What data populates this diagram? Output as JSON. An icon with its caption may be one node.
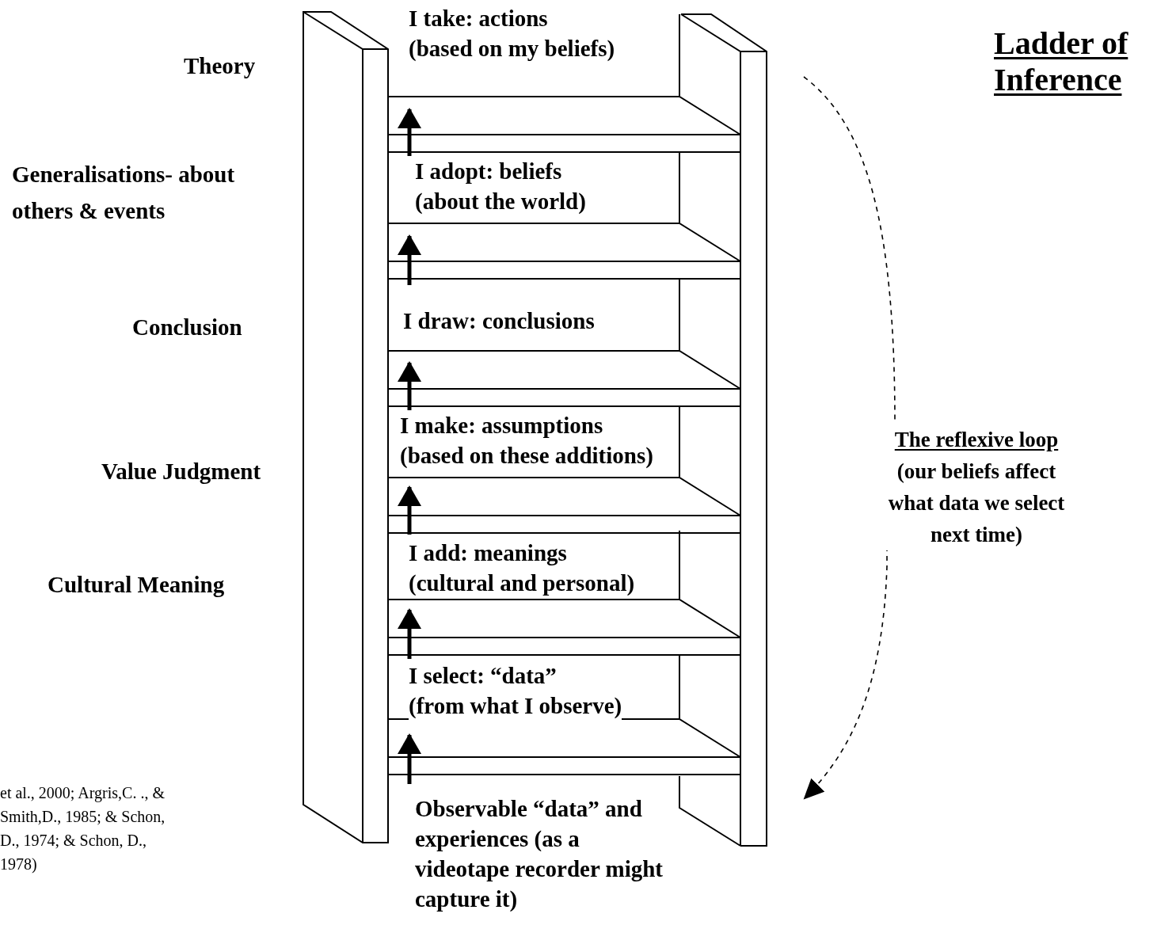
{
  "diagram": {
    "title": "Ladder of Inference",
    "nodes": [
      {
        "text": [
          "I take: actions",
          "(based on my beliefs)"
        ]
      },
      {
        "text": [
          "I adopt: beliefs",
          "(about the world)"
        ]
      },
      {
        "text": [
          "I draw: conclusions"
        ]
      },
      {
        "text": [
          "I make: assumptions",
          "(based on these additions)"
        ]
      },
      {
        "text": [
          "I add: meanings",
          "(cultural and personal)"
        ]
      },
      {
        "text": [
          "I select: “data”",
          "(from what I observe)"
        ]
      },
      {
        "text": [
          "Observable “data” and experiences (as a videotape recorder might capture it)"
        ]
      },
      {
        "text": [
          "The reflexive loop",
          "(our beliefs affect what data we select next time)"
        ]
      }
    ],
    "edges": [
      {
        "from": 1,
        "to": 0,
        "arrow": "to"
      },
      {
        "from": 2,
        "to": 1,
        "arrow": "to"
      },
      {
        "from": 3,
        "to": 2,
        "arrow": "to"
      },
      {
        "from": 4,
        "to": 3,
        "arrow": "to"
      },
      {
        "from": 5,
        "to": 4,
        "arrow": "to"
      },
      {
        "from": 6,
        "to": 5,
        "arrow": "to"
      },
      {
        "from": null,
        "to": 7,
        "arrow": "none",
        "style": "dashed"
      },
      {
        "from": 7,
        "to": null,
        "arrow": "to",
        "style": "dashed"
      }
    ],
    "labels": [
      "Theory",
      "Generalisations- about others & events",
      "Conclusion",
      "Value Judgment",
      "Cultural Meaning",
      "et al., 2000; Argris,C. ., & Smith,D., 1985; & Schon, D., 1974; & Schon, D., 1978)"
    ]
  }
}
